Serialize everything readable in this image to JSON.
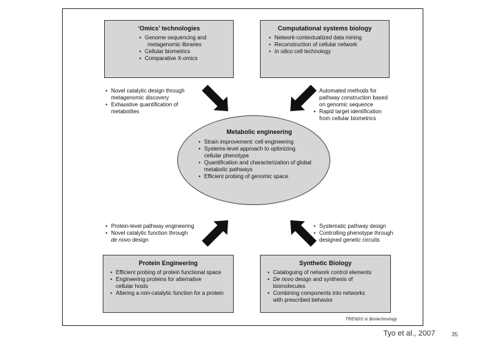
{
  "boxes": {
    "omics": {
      "title": "‘Omics’ technologies",
      "items": [
        "Genome sequencing and",
        "metagenomic libraries",
        "Cellular biometrics",
        "Comparative X-omics"
      ]
    },
    "computational": {
      "title": "Computational systems biology",
      "items": [
        "Network-contextualized data mining",
        "Reconstruction of cellular network"
      ],
      "silico_em": "In silico",
      "silico_rest": " cell technology"
    },
    "metabolic": {
      "title": "Metabolic engineering",
      "items": [
        "Strain improvement: cell engineering",
        "Systems-level approach to optimizing",
        "cellular phenotype",
        "Quantification and characterization of global",
        "metabolic  pathways",
        "Efficient probing of genomic space"
      ]
    },
    "protein": {
      "title": "Protein Engineering",
      "items": [
        "Efficient probing of protein functional space",
        "Engineering proteins for alternative",
        "cellular hosts",
        "Altering a non-catalytic function for a protein"
      ]
    },
    "synthetic": {
      "title": "Synthetic Biology",
      "item0": "Cataloguing of network control elements",
      "denovo_em": "De novo",
      "denovo_rest": " design and synthesis of biomolecules",
      "items": [
        "Combining components into networks",
        "with prescribed behavior"
      ]
    }
  },
  "notes": {
    "top_left": [
      "Novel catalytic design through",
      "metagenomic discovery",
      "Exhaustive quantification of",
      "metabolites"
    ],
    "top_right": [
      "Automated methods for",
      "pathway construction based",
      "on genomic sequence",
      "Rapid target identification",
      "from cellular biometrics"
    ],
    "bottom_left": {
      "items": [
        "Protein-level pathway engineering",
        "Novel catalytic function through"
      ],
      "denovo_em": "de novo",
      "denovo_rest": " design"
    },
    "bottom_right": [
      "Systematic pathway design",
      "Controlling phenotype through",
      "designed genetic circuits"
    ]
  },
  "source_label": "TRENDS in Biotechnology",
  "citation": "Tyo et al., 2007",
  "slide_number": "35"
}
